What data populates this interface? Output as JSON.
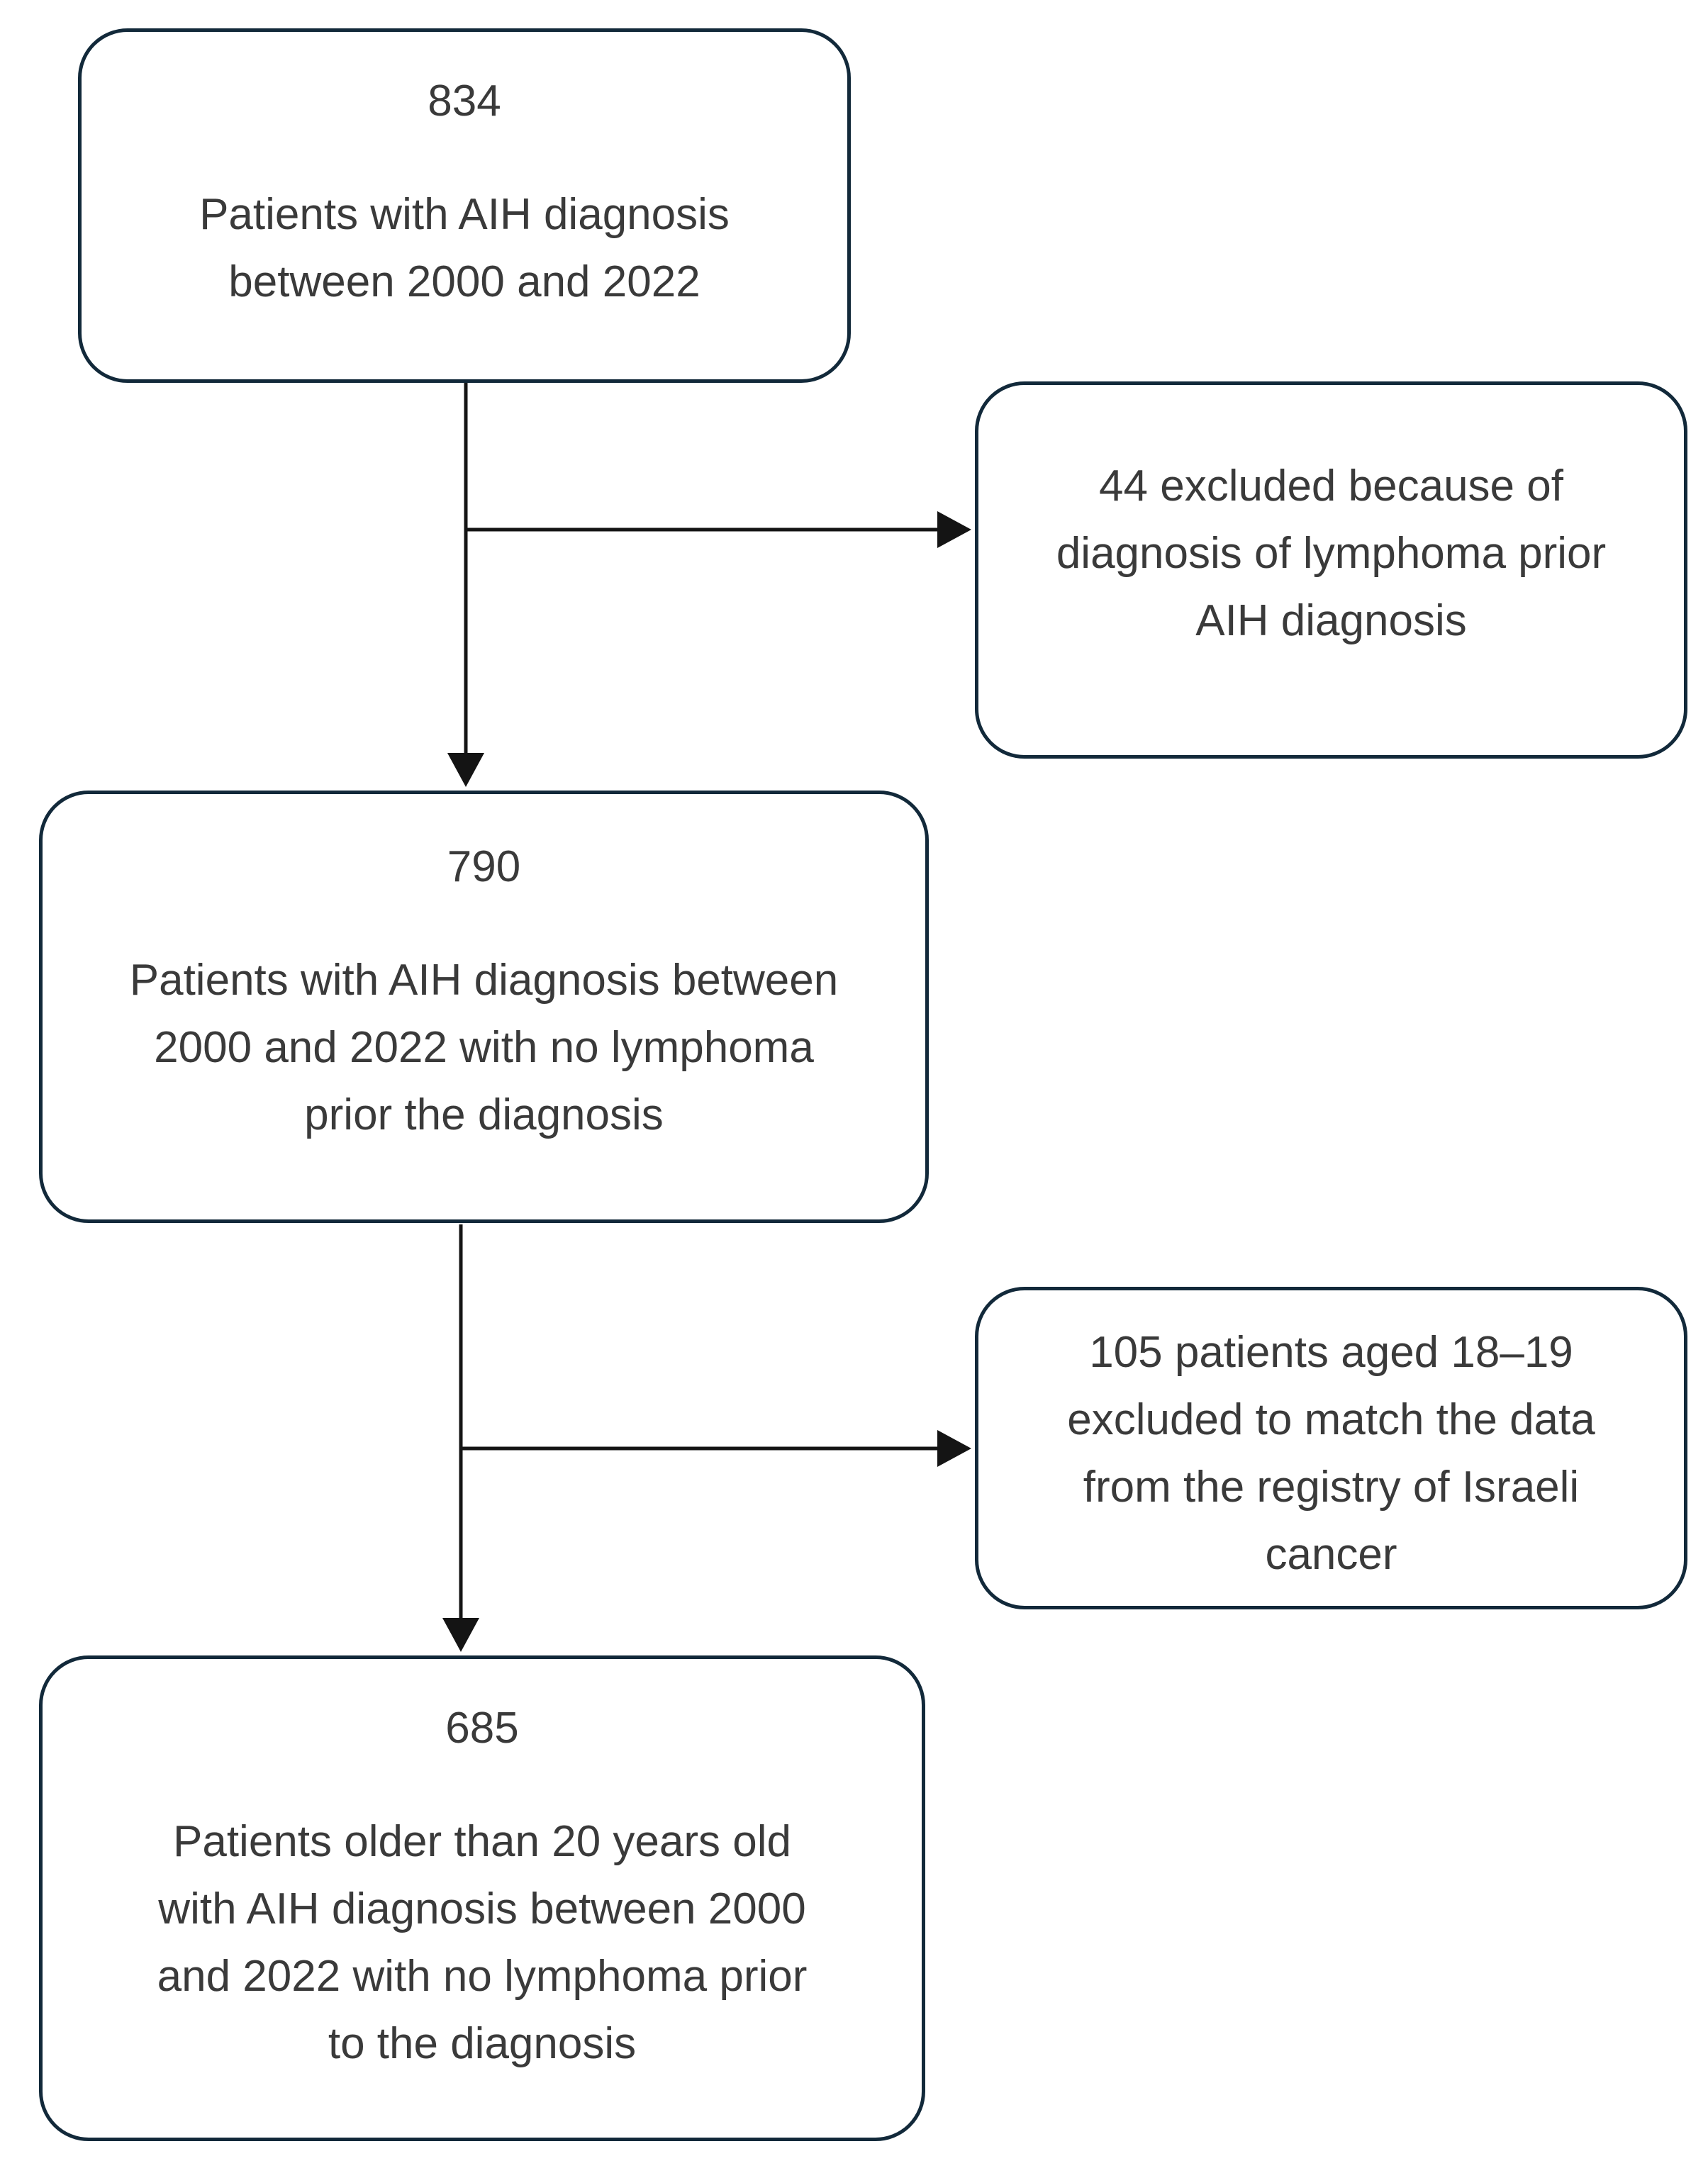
{
  "diagram": {
    "type": "flowchart",
    "background": "#ffffff",
    "colors": {
      "box_border": "#12293a",
      "box_fill": "#ffffff",
      "text": "#3a3a3a",
      "arrow": "#141414"
    },
    "nodes": {
      "box1": {
        "count": "834",
        "lines": [
          "Patients with AIH diagnosis",
          "between 2000 and 2022"
        ],
        "text": "Patients with AIH diagnosis between 2000 and 2022"
      },
      "excl1": {
        "lines": [
          "44 excluded because of",
          "diagnosis of lymphoma prior",
          "AIH diagnosis"
        ],
        "text": "44 excluded because of diagnosis of lymphoma prior AIH diagnosis"
      },
      "box2": {
        "count": "790",
        "lines": [
          "Patients with AIH diagnosis between",
          "2000 and 2022 with no lymphoma",
          "prior the diagnosis"
        ],
        "text": "Patients with AIH diagnosis between 2000 and 2022 with no lymphoma prior the diagnosis"
      },
      "excl2": {
        "lines": [
          "105 patients aged 18–19",
          "excluded to match the data",
          "from the registry of Israeli",
          "cancer"
        ],
        "text": "105 patients aged 18–19 excluded to match the data from the registry of Israeli cancer"
      },
      "box3": {
        "count": "685",
        "lines": [
          "Patients older than 20 years old",
          "with AIH diagnosis between 2000",
          "and 2022 with no lymphoma prior",
          "to the diagnosis"
        ],
        "text": "Patients older than 20 years old with AIH diagnosis between 2000 and 2022 with no lymphoma prior to the diagnosis"
      }
    },
    "edges": [
      {
        "from": "box1",
        "to": "box2",
        "direction": "down"
      },
      {
        "from": "box1",
        "to": "excl1",
        "direction": "right"
      },
      {
        "from": "box2",
        "to": "box3",
        "direction": "down"
      },
      {
        "from": "box2",
        "to": "excl2",
        "direction": "right"
      }
    ]
  }
}
